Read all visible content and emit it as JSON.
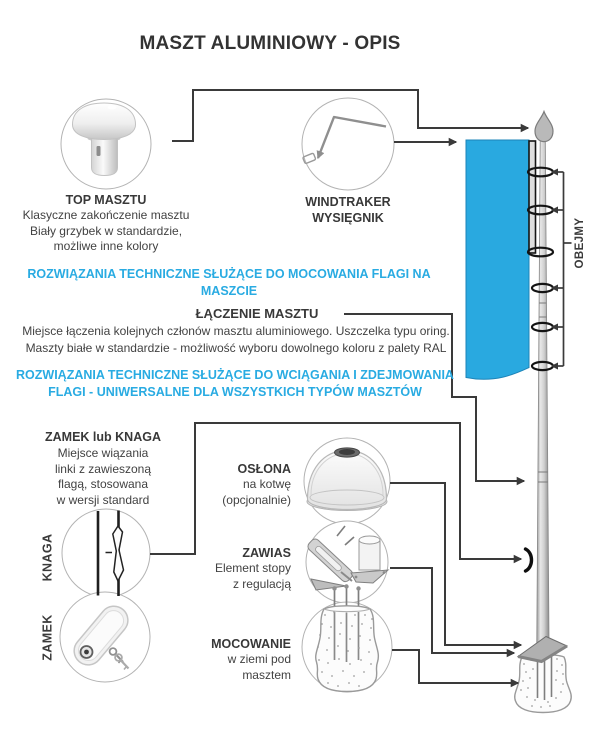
{
  "header": {
    "title": "MASZT ALUMINIOWY - OPIS"
  },
  "sections": {
    "top_masztu": {
      "heading": "TOP MASZTU",
      "lines": [
        "Klasyczne zakończenie masztu",
        "Biały grzybek w standardzie,",
        "możliwe inne kolory"
      ]
    },
    "windtraker": {
      "line1": "WINDTRAKER",
      "line2": "WYSIĘGNIK"
    },
    "blue1": "ROZWIĄZANIA TECHNICZNE SŁUŻĄCE DO MOCOWANIA FLAGI NA MASZCIE",
    "laczenie": {
      "heading": "ŁĄCZENIE MASZTU",
      "body1": "Miejsce łączenia kolejnych członów masztu aluminiowego. Uszczelka typu oring.",
      "body2": "Maszty białe w standardzie - możliwość wyboru dowolnego koloru z palety RAL"
    },
    "blue2a": "ROZWIĄZANIA TECHNICZNE SŁUŻĄCE DO WCIĄGANIA I ZDEJMOWANIA",
    "blue2b": "FLAGI - UNIWERSALNE DLA WSZYSTKICH TYPÓW MASZTÓW",
    "zamek_knaga": {
      "heading": "ZAMEK lub KNAGA",
      "lines": [
        "Miejsce wiązania",
        "linki z zawieszoną",
        "flagą, stosowana",
        "w wersji standard"
      ]
    },
    "oslona": {
      "heading": "OSŁONA",
      "line1": "na kotwę",
      "line2": "(opcjonalnie)"
    },
    "zawias": {
      "heading": "ZAWIAS",
      "line1": "Element stopy",
      "line2": "z regulacją"
    },
    "mocowanie": {
      "heading": "MOCOWANIE",
      "line1": "w ziemi pod",
      "line2": "masztem"
    }
  },
  "labels": {
    "knaga": "KNAGA",
    "zamek": "ZAMEK",
    "obejmy": "OBEJMY"
  },
  "colors": {
    "accent_blue": "#29abe2",
    "flag_blue": "#29a9e0",
    "text_dark": "#3f3f3f",
    "line_dark": "#3a3a3a"
  }
}
